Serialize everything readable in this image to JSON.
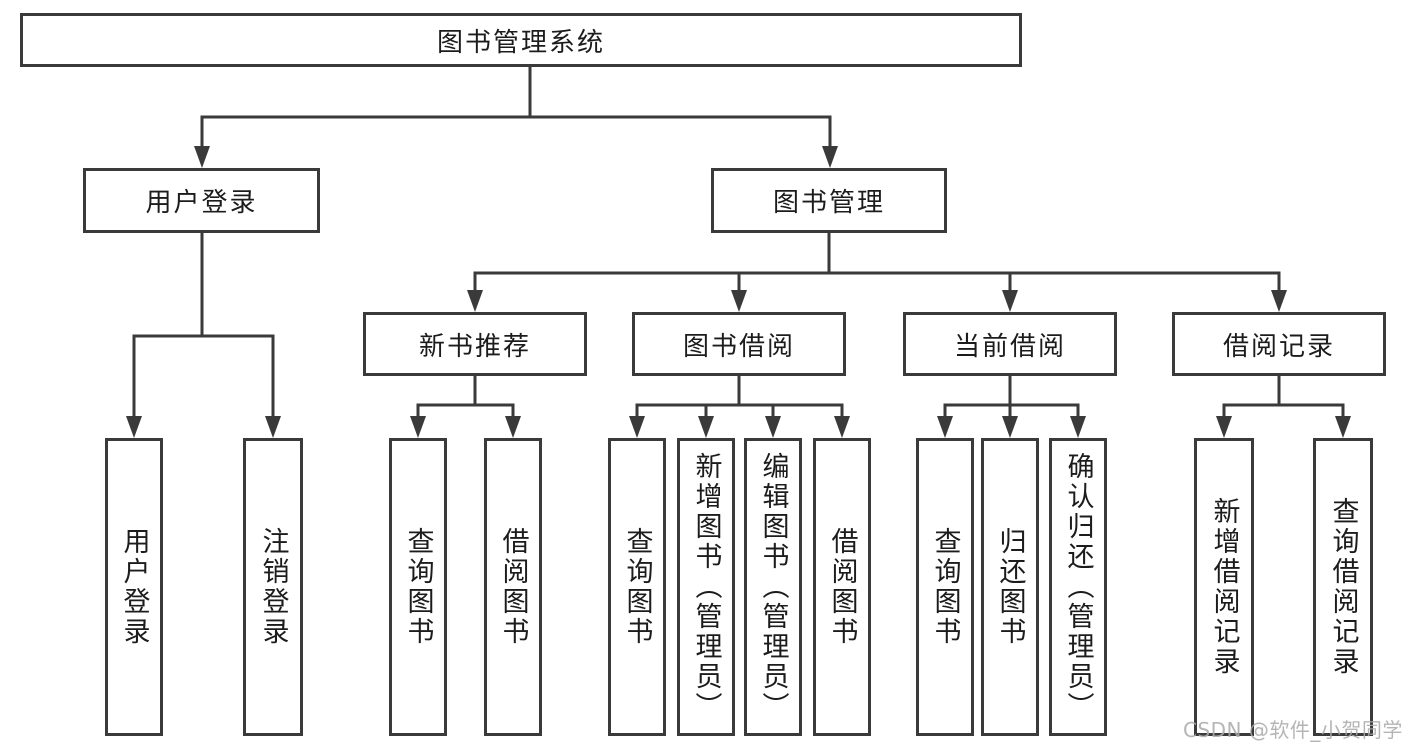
{
  "diagram": {
    "title": "图书管理系统",
    "branches": {
      "user_login": {
        "label": "用户登录",
        "children": [
          "用户登录",
          "注销登录"
        ]
      },
      "book_management": {
        "label": "图书管理",
        "sections": {
          "new_book_recommend": {
            "label": "新书推荐",
            "children": [
              "查询图书",
              "借阅图书"
            ]
          },
          "book_borrow": {
            "label": "图书借阅",
            "children": [
              "查询图书",
              "新增图书（管理员）",
              "编辑图书（管理员）",
              "借阅图书"
            ]
          },
          "current_borrow": {
            "label": "当前借阅",
            "children": [
              "查询图书",
              "归还图书",
              "确认归还（管理员）"
            ]
          },
          "borrow_records": {
            "label": "借阅记录",
            "children": [
              "新增借阅记录",
              "查询借阅记录"
            ]
          }
        }
      }
    }
  },
  "watermark": "CSDN @软件_小贺同学",
  "colors": {
    "line": "#3a3a3a",
    "box_border": "#3a3a3a",
    "text": "#1c1c1c",
    "background": "#ffffff",
    "watermark": "#acaaaa"
  }
}
